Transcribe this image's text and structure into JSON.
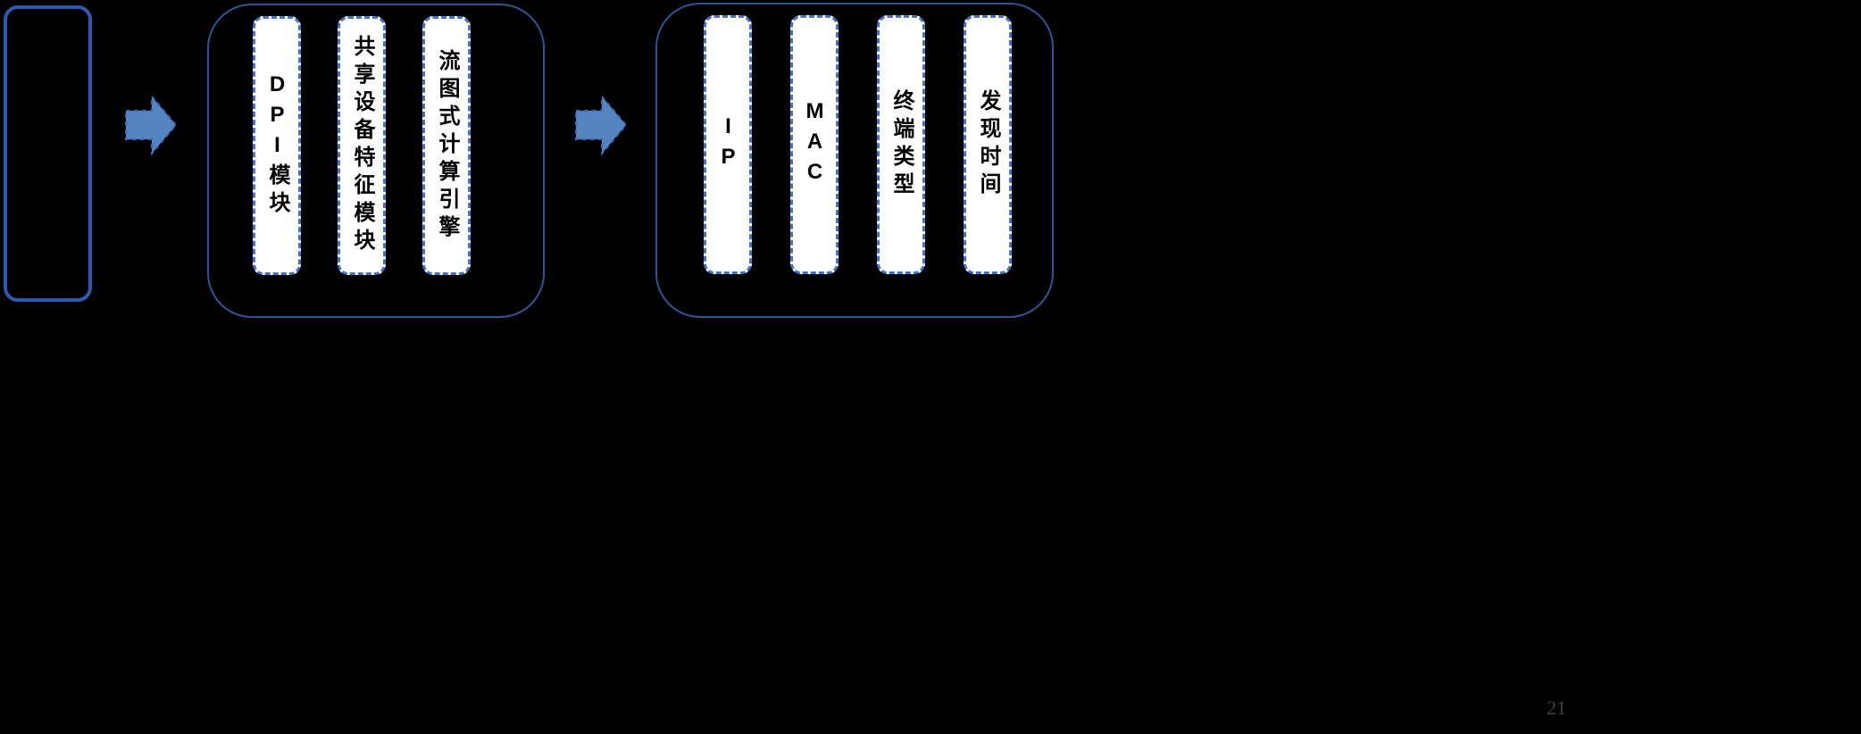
{
  "page": {
    "number": "21"
  },
  "diagram": {
    "input_box": {
      "label": ""
    },
    "module_group": {
      "items": [
        {
          "label": "DPI模块"
        },
        {
          "label": "共享设备特征模块"
        },
        {
          "label": "流图式计算引擎"
        }
      ]
    },
    "output_group": {
      "items": [
        {
          "label": "IP"
        },
        {
          "label": "MAC"
        },
        {
          "label": "终端类型"
        },
        {
          "label": "发现时间"
        }
      ]
    },
    "icons": {
      "arrow_1": "right-block-arrow",
      "arrow_2": "right-block-arrow"
    },
    "colors": {
      "background": "#000000",
      "input_box_border": "#2e59b0",
      "container_border": "#2f5597",
      "pill_border": "#4472c4",
      "pill_fill": "#ffffff",
      "pill_text": "#000000",
      "arrow_fill": "#5585c1",
      "arrow_border": "#3e69b5",
      "page_number_color": "#3f3f3f"
    }
  }
}
